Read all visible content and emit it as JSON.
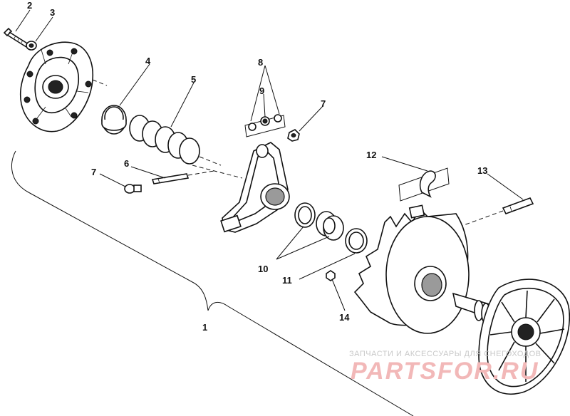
{
  "callouts": [
    {
      "id": "1",
      "label": "1"
    },
    {
      "id": "2",
      "label": "2"
    },
    {
      "id": "3",
      "label": "3"
    },
    {
      "id": "4",
      "label": "4"
    },
    {
      "id": "5",
      "label": "5"
    },
    {
      "id": "6",
      "label": "6"
    },
    {
      "id": "7a",
      "label": "7"
    },
    {
      "id": "7b",
      "label": "7"
    },
    {
      "id": "8",
      "label": "8"
    },
    {
      "id": "9",
      "label": "9"
    },
    {
      "id": "10",
      "label": "10"
    },
    {
      "id": "11",
      "label": "11"
    },
    {
      "id": "12",
      "label": "12"
    },
    {
      "id": "13",
      "label": "13"
    },
    {
      "id": "14",
      "label": "14"
    }
  ],
  "watermark": {
    "small": "ЗАПЧАСТИ И АКСЕССУАРЫ ДЛЯ СНЕГОХОДОВ",
    "brand": "PARTSFOR.RU"
  },
  "colors": {
    "ink": "#111111",
    "watermark_text": "#c9c9c9",
    "watermark_brand": "#f2b8b8"
  }
}
